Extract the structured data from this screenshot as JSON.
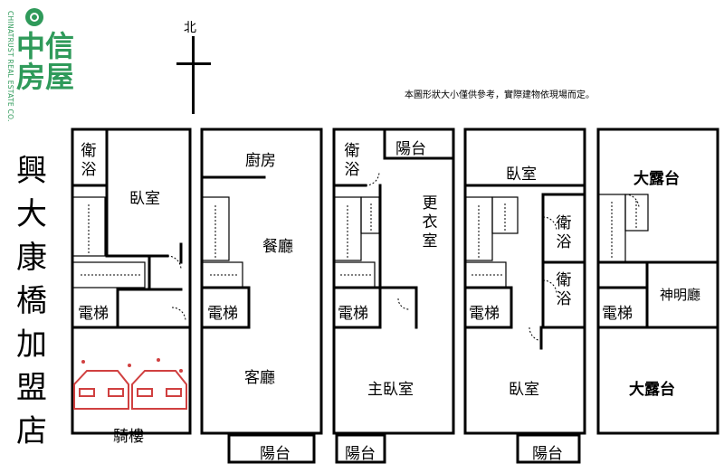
{
  "logo": {
    "brand_vertical": "CHINATRUST REAL ESTATE CO.",
    "brand_lines": [
      "中信",
      "房屋"
    ]
  },
  "side_title": [
    "興",
    "大",
    "康",
    "橋",
    "加",
    "盟",
    "店"
  ],
  "compass": {
    "label": "北"
  },
  "disclaimer": "本圖形狀大小僅供參考，實際建物依現場而定。",
  "floors": {
    "f1": {
      "bath": [
        "衛",
        "浴"
      ],
      "bedroom": "臥室",
      "elevator": "電梯",
      "arcade": "騎樓"
    },
    "f2": {
      "kitchen": "廚房",
      "dining": [
        "餐",
        "廳"
      ],
      "elevator": "電梯",
      "living": "客廳",
      "balcony": "陽台"
    },
    "f3": {
      "bath": [
        "衛",
        "浴"
      ],
      "balcony_top": "陽台",
      "closet": [
        "更",
        "衣",
        "室"
      ],
      "elevator": "電梯",
      "master": "主臥室",
      "balcony": "陽台"
    },
    "f4": {
      "bedroom_top": "臥室",
      "bath1": [
        "衛",
        "浴"
      ],
      "bath2": [
        "衛",
        "浴"
      ],
      "elevator": "電梯",
      "bedroom": "臥室",
      "balcony": "陽台"
    },
    "f5": {
      "terrace_top": "大露台",
      "shrine": "神明廳",
      "elevator": "電梯",
      "terrace": "大露台"
    }
  },
  "colors": {
    "brand": "#2f9a5a",
    "car_icon": "#d04040",
    "wall": "#000000"
  }
}
